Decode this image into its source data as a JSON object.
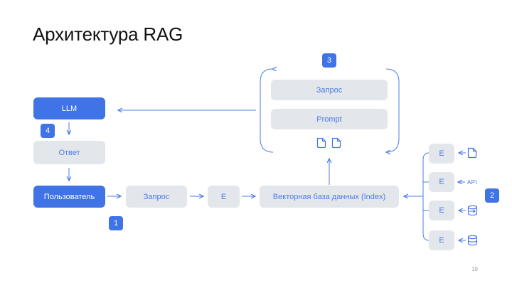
{
  "slide": {
    "title": "Архитектура RAG",
    "page_number": "19"
  },
  "nodes": {
    "llm": "LLM",
    "answer": "Ответ",
    "user": "Пользователь",
    "query_main": "Запрос",
    "embed_main": "E",
    "vector_db": "Векторная база данных (Index)",
    "context_query": "Запрос",
    "context_prompt": "Prompt",
    "source_embeds": [
      "E",
      "E",
      "E",
      "E"
    ]
  },
  "badges": {
    "step1": "1",
    "step2": "2",
    "step3": "3",
    "step4": "4"
  },
  "sources": {
    "api_label": "API",
    "icons": [
      "document-icon",
      "api-icon",
      "database-arrow-icon",
      "database-icon"
    ]
  },
  "colors": {
    "accent": "#3f73e6",
    "box_fill": "#e3e6ea",
    "box_text": "#4a7de8",
    "title": "#111111"
  }
}
